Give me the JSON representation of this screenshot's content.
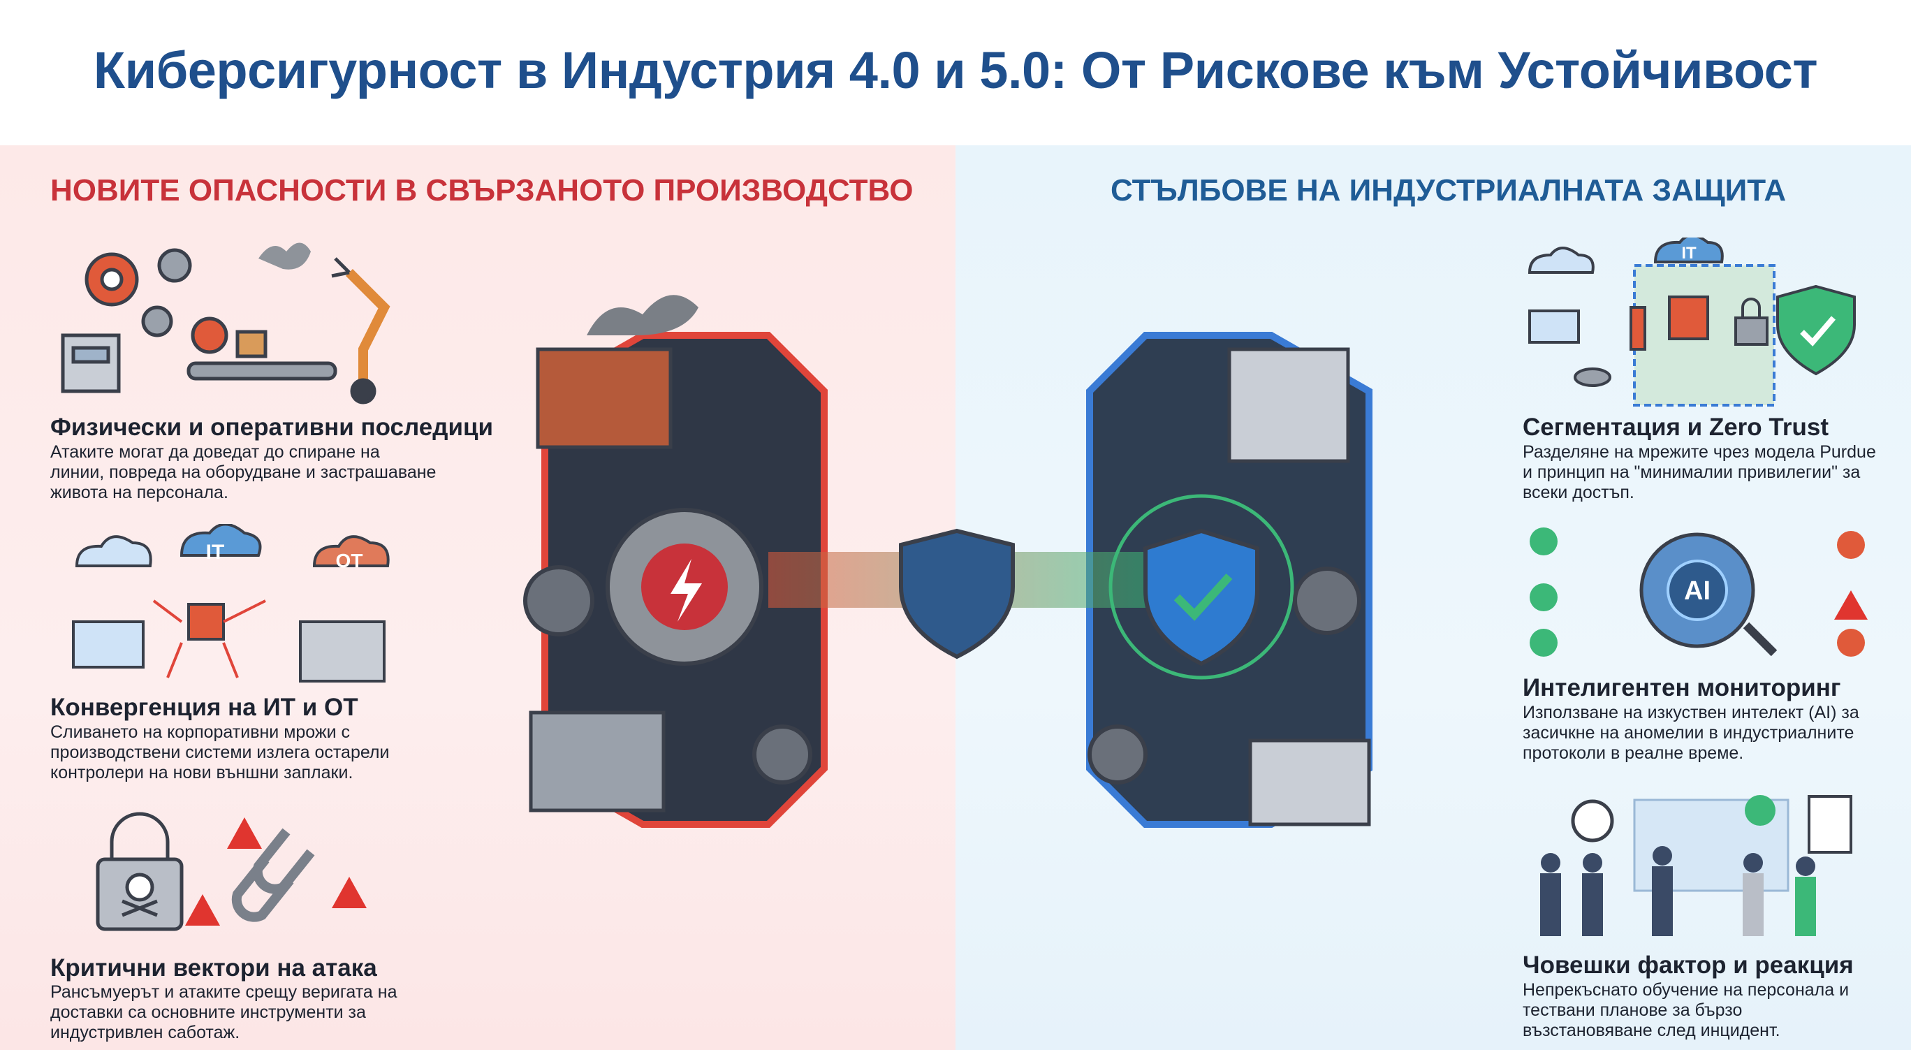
{
  "title": "Киберсигурност в Индустрия 4.0 и 5.0: От Рискове към Устойчивост",
  "left": {
    "heading": "НОВИТЕ ОПАСНОСТИ В СВЪРЗАНОТО ПРОИЗВОДСТВО",
    "items": [
      {
        "title": "Физически и оперативни последици",
        "desc": [
          "Атаките могат да доведат до спиране на",
          "линии, повреда на оборудване и застрашаване",
          "живота на персонала."
        ]
      },
      {
        "title": "Конвергенция на ИТ и ОТ",
        "desc": [
          "Сливането на корпоративни мрожи с",
          "производствени системи излега остарели",
          "контролери на нови външни заплаки."
        ]
      },
      {
        "title": "Критични вектори на атака",
        "desc": [
          "Рансъмуерът и атаките срещу веригата на",
          "доставки са основните инструменти за",
          "индустривлен саботаж."
        ]
      }
    ]
  },
  "right": {
    "heading": "СТЪЛБОВЕ НА ИНДУСТРИАЛНАТА ЗАЩИТА",
    "items": [
      {
        "title": "Сегментация и Zero Trust",
        "desc": [
          "Разделяне на мрежите чрез модела Purdue",
          "и принцип на \"минималии привилегии\" за",
          "всеки достъп."
        ]
      },
      {
        "title": "Интелигентен мониторинг",
        "desc": [
          "Използване на изкуствен интелект (AI) за",
          "засичкне на аномелии в индустриалните",
          "протоколи в реалне време."
        ]
      },
      {
        "title": "Човешки фактор и реакция",
        "desc": [
          "Непрекъснато обучение на персонала и",
          "тествани планове за бързо",
          "възстановяване след инцидент."
        ]
      }
    ]
  },
  "labels": {
    "it": "IT",
    "ot": "OT",
    "ai": "AI"
  },
  "colors": {
    "title": "#1f4f8c",
    "danger": "#c8323a",
    "safe": "#1f5c96",
    "green": "#3cb878"
  }
}
